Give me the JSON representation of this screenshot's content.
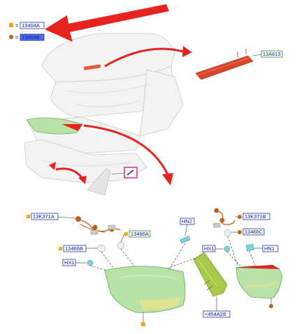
{
  "legend": {
    "items": [
      {
        "marker": "square",
        "color": "#f5a623",
        "prefix": "=",
        "code": "13404A"
      },
      {
        "marker": "circle",
        "color": "#c0621a",
        "prefix": "=",
        "code": "13404B"
      }
    ]
  },
  "labels": {
    "third_brake_light": "13A613",
    "socket_left": "13K371A",
    "socket_right": "13K371B",
    "bulb_left": "13466B",
    "bulb_holder_left": "13466A",
    "bulb_right_c": "13466C",
    "hn2": "HN2",
    "hx1_left": "HX1",
    "hx1_right": "HX1",
    "hn1": "HN1",
    "bracket": "<454A28"
  },
  "colors": {
    "red_arrow": "#e8221e",
    "lamp_green": "#b9e3a6",
    "orange_square": "#f5a623",
    "brown_circle": "#c0621a",
    "label_blue": "#2233aa",
    "label_green": "#2a8a2a",
    "label_magenta": "#d81b8c"
  }
}
